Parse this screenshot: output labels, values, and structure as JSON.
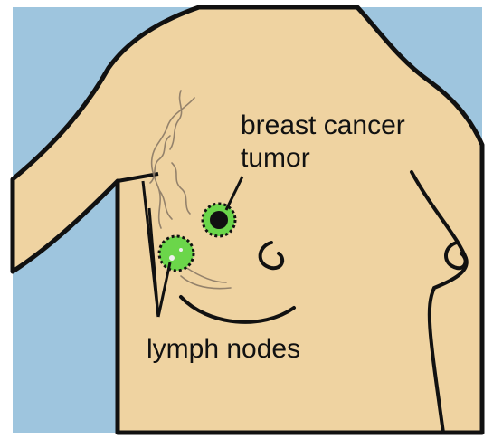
{
  "labels": {
    "tumor_line1": "breast cancer",
    "tumor_line2": "tumor",
    "lymph": "lymph nodes"
  },
  "colors": {
    "background": "#9ec5de",
    "skin": "#efd3a1",
    "outline": "#111111",
    "node_fill": "#6bd64a",
    "tumor_core": "#111111"
  }
}
